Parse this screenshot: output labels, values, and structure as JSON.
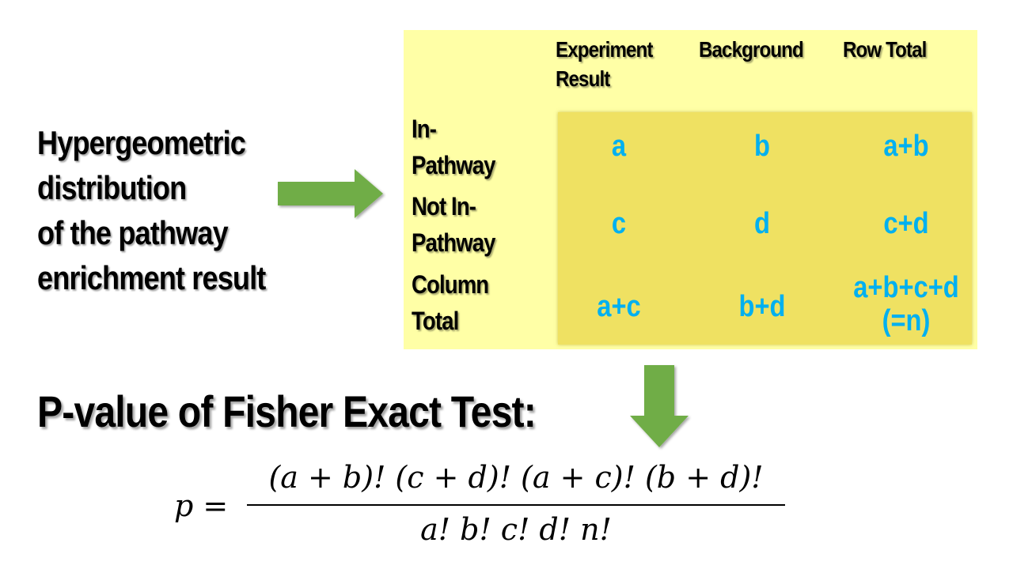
{
  "left_text": [
    "Hypergeometric",
    "distribution",
    "of the pathway",
    "enrichment result"
  ],
  "table": {
    "headers": [
      [
        "Experiment",
        "Result"
      ],
      [
        "Background"
      ],
      [
        "Row Total"
      ]
    ],
    "row_labels": [
      [
        "In-",
        "Pathway"
      ],
      [
        "Not In-",
        "Pathway"
      ],
      [
        "Column",
        "Total"
      ]
    ],
    "cells": [
      [
        "a",
        "b",
        "a+b"
      ],
      [
        "c",
        "d",
        "c+d"
      ],
      [
        "a+c",
        "b+d",
        "a+b+c+d (=n)"
      ]
    ],
    "total_line1": "a+b+c+d",
    "total_line2": "(=n)"
  },
  "title": "P-value of Fisher Exact Test:",
  "formula": {
    "lhs": "p",
    "equals": "=",
    "numerator": "(a + b)! (c + d)! (a + c)! (b + d)!",
    "denominator": "a! b! c! d! n!"
  },
  "colors": {
    "box": "#FFFFA6",
    "inner": "#EFE162",
    "cell_text": "#00B0F0",
    "arrow": "#70AD47"
  }
}
